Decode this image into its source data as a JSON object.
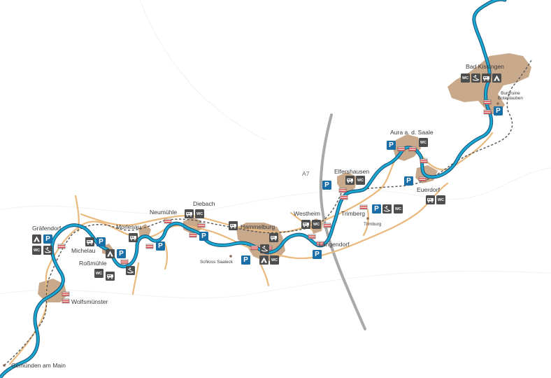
{
  "places": {
    "bad_kissingen": "Bad Kissingen",
    "burgruine": "Burgruine\nBotenlauben",
    "aura": "Aura a. d. Saale",
    "euerdorf": "Euerdorf",
    "elfershausen": "Elfershausen",
    "trimberg": "Trimberg",
    "trimburg": "Trimburg",
    "a7": "A7",
    "westheim": "Westheim",
    "langendorf": "Langendorf",
    "hammelburg": "Hammelburg",
    "schloss": "Schloss Saaleck",
    "diebach": "Diebach",
    "neumuehle": "Neumühle",
    "morlesau": "Morlesau",
    "graefendorf": "Gräfendorf",
    "michelau": "Michelau",
    "rossmuehle": "Roßmühle",
    "wolfsmuenster": "Wolfsmünster",
    "gemuenden": "Gemünden am Main"
  },
  "icons": {
    "parking": "P",
    "wc": "WC"
  },
  "colors": {
    "river": "#18a9d0",
    "river_outline": "#1b4f7a",
    "town": "#c9a98b",
    "trail": "#e9b97d",
    "railway": "#555555",
    "motorway": "#a9a9a9",
    "parking": "#1a6ea8",
    "facility": "#4d4d4d",
    "launch_point": "#d63a3a"
  }
}
